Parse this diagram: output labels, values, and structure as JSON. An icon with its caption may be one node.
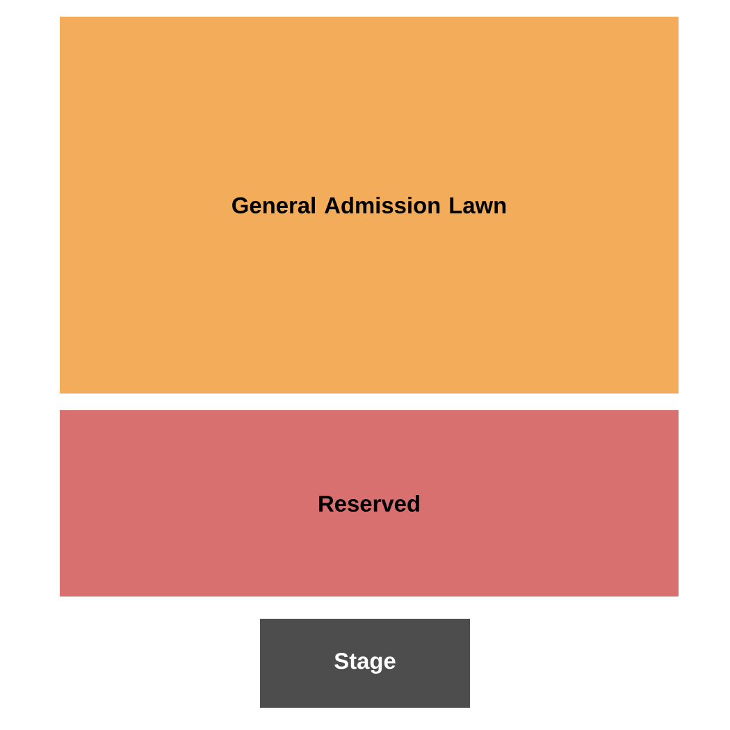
{
  "diagram": {
    "nodes": [
      {
        "text": [
          "General Admission Lawn"
        ]
      },
      {
        "text": [
          "Reserved"
        ]
      },
      {
        "text": [
          "Stage"
        ]
      }
    ]
  }
}
